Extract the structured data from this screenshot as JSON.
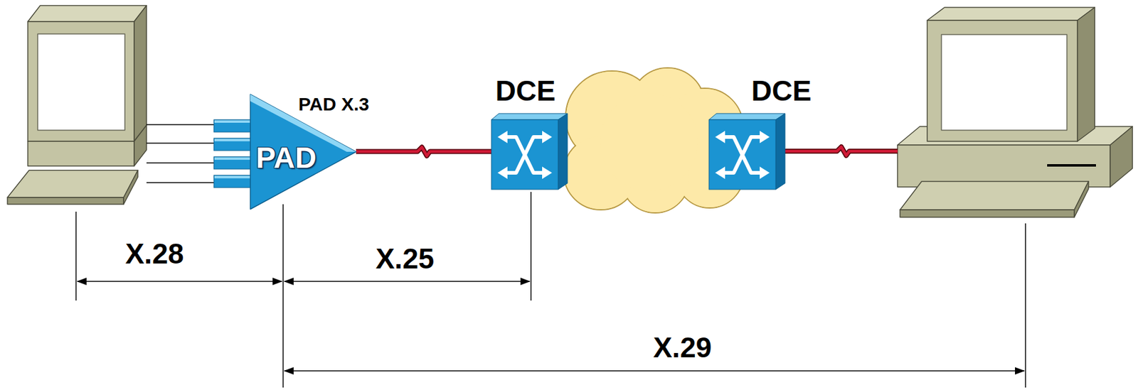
{
  "diagram": {
    "nodes": [
      {
        "text": [
          "PAD X.3",
          "PAD"
        ]
      },
      {
        "text": [
          "DCE"
        ]
      },
      {
        "text": [
          "DCE"
        ]
      }
    ],
    "edges": [
      {
        "from": 0,
        "to": 1,
        "arrow": "none"
      }
    ],
    "labels": [
      "X.28",
      "X.25",
      "X.29"
    ]
  }
}
